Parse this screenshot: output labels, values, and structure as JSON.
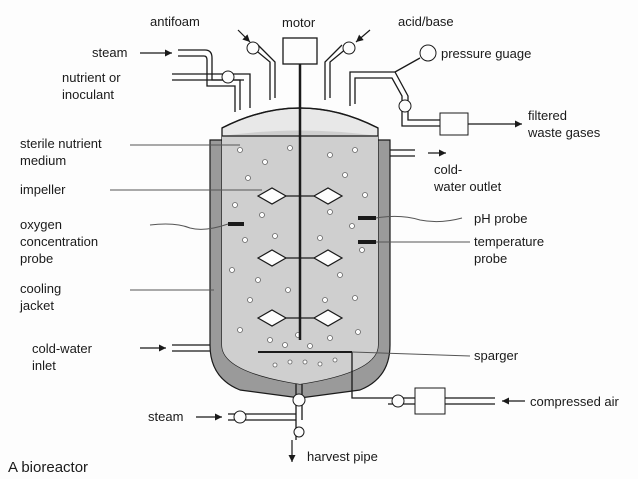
{
  "diagram": {
    "caption": "A bioreactor",
    "labels": {
      "antifoam": "antifoam",
      "motor": "motor",
      "acid_base": "acid/base",
      "steam_top": "steam",
      "pressure_gauge": "pressure guage",
      "nutrient_1": "nutrient or",
      "nutrient_2": "inoculant",
      "filtered_1": "filtered",
      "filtered_2": "waste gases",
      "sterile_1": "sterile nutrient",
      "sterile_2": "medium",
      "cold_outlet_1": "cold-",
      "cold_outlet_2": "water outlet",
      "impeller": "impeller",
      "oxygen_1": "oxygen",
      "oxygen_2": "concentration",
      "oxygen_3": "probe",
      "ph_probe": "pH probe",
      "temperature_1": "temperature",
      "temperature_2": "probe",
      "cooling_1": "cooling",
      "cooling_2": "jacket",
      "cold_inlet_1": "cold-water",
      "cold_inlet_2": "inlet",
      "sparger": "sparger",
      "compressed_air": "compressed air",
      "steam_bottom": "steam",
      "harvest_pipe": "harvest pipe"
    }
  }
}
